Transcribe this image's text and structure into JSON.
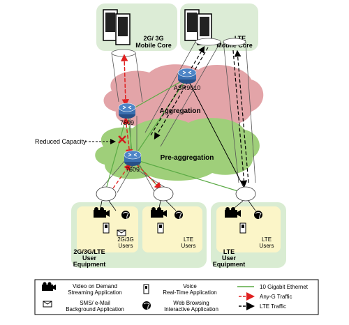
{
  "core": {
    "left_label_1": "2G/ 3G",
    "left_label_2": "Mobile Core",
    "right_label_1": "LTE",
    "right_label_2": "Mobile Core"
  },
  "routers": {
    "asr": "ASR9010",
    "r7609_upper": "7609",
    "r7609_lower": "7609"
  },
  "clouds": {
    "aggregation": "Aggregation",
    "pre_aggregation": "Pre-aggregation"
  },
  "callout": {
    "reduced_capacity": "Reduced Capacity"
  },
  "user_groups": {
    "g1_label": "2G/3G/LTE",
    "g1_label_2": "User",
    "g1_label_3": "Equipment",
    "g1_sub1": "2G/3G",
    "g1_sub1b": "Users",
    "g1_sub2": "LTE",
    "g1_sub2b": "Users",
    "g2_label": "LTE",
    "g2_label_2": "User",
    "g2_label_3": "Equipment",
    "g2_sub": "LTE",
    "g2_subb": "Users"
  },
  "legend": {
    "vod_1": "Video on Demand",
    "vod_2": "Streaming  Application",
    "sms_1": "SMS/ e-Mail",
    "sms_2": "Background  Application",
    "voice_1": "Voice",
    "voice_2": "Real-Time  Application",
    "web_1": "Web Browsing",
    "web_2": "Interactive  Application",
    "gige": "10 Gigabit Ethernet",
    "anyg": "Any-G  Traffic",
    "lte": "LTE  Traffic"
  },
  "colors": {
    "core_bg": "#dcecd6",
    "agg_cloud": "#e3a4a8",
    "preagg_cloud": "#9fcf7a",
    "user_bg": "#d9ecd2",
    "user_inner": "#fbf5c8",
    "router": "#3a6fb0",
    "gige_line": "#5aaa44",
    "anyg_arrow": "#e02020",
    "lte_arrow": "#000000"
  }
}
